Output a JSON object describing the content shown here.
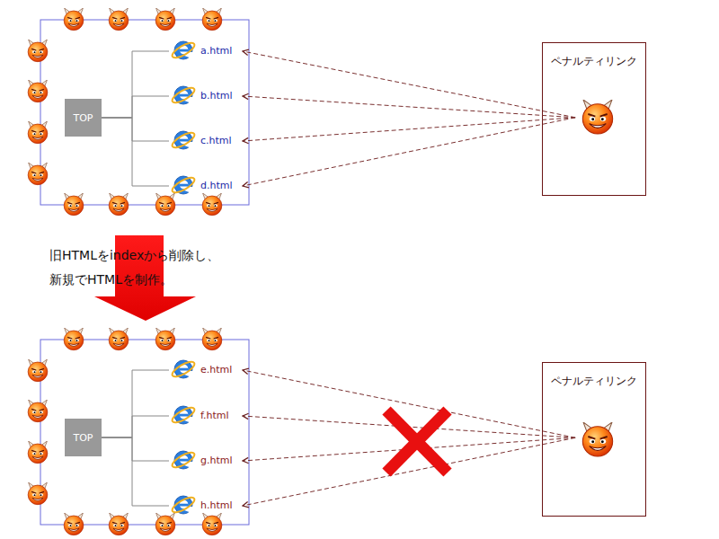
{
  "diagram": {
    "nodes": [
      {
        "text": [
          "TOP"
        ]
      },
      {
        "text": [
          "a.html"
        ]
      },
      {
        "text": [
          "b.html"
        ]
      },
      {
        "text": [
          "c.html"
        ]
      },
      {
        "text": [
          "d.html"
        ]
      },
      {
        "text": [
          "ペナルティリンク"
        ]
      },
      {
        "text": [
          "TOP"
        ]
      },
      {
        "text": [
          "e.html"
        ]
      },
      {
        "text": [
          "f.html"
        ]
      },
      {
        "text": [
          "g.html"
        ]
      },
      {
        "text": [
          "h.html"
        ]
      },
      {
        "text": [
          "ペナルティリンク"
        ]
      }
    ],
    "edges": [
      {
        "from": 0,
        "to": 1,
        "arrow": "none"
      },
      {
        "from": 0,
        "to": 2,
        "arrow": "none"
      },
      {
        "from": 0,
        "to": 3,
        "arrow": "none"
      },
      {
        "from": 0,
        "to": 4,
        "arrow": "none"
      },
      {
        "from": 5,
        "to": 1,
        "arrow": "to"
      },
      {
        "from": 5,
        "to": 2,
        "arrow": "to"
      },
      {
        "from": 5,
        "to": 3,
        "arrow": "to"
      },
      {
        "from": 5,
        "to": 4,
        "arrow": "to"
      },
      {
        "from": 6,
        "to": 7,
        "arrow": "none"
      },
      {
        "from": 6,
        "to": 8,
        "arrow": "none"
      },
      {
        "from": 6,
        "to": 9,
        "arrow": "none"
      },
      {
        "from": 6,
        "to": 10,
        "arrow": "none"
      },
      {
        "from": 11,
        "to": 7,
        "arrow": "to"
      },
      {
        "from": 11,
        "to": 8,
        "arrow": "to"
      },
      {
        "from": 11,
        "to": 9,
        "arrow": "to"
      },
      {
        "from": 11,
        "to": 10,
        "arrow": "to"
      }
    ],
    "labels": [
      "旧HTMLをindexから削除し、 新規でHTMLを制作。"
    ]
  }
}
